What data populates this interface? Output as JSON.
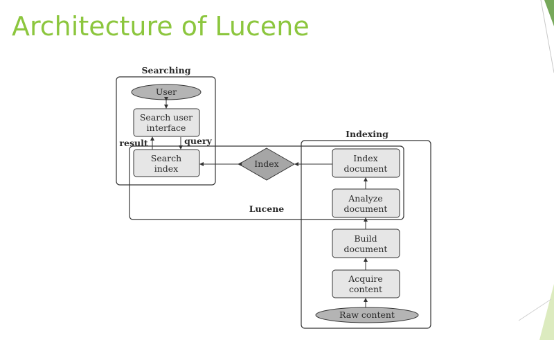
{
  "slide": {
    "title": "Architecture of Lucene",
    "accent_color": "#8cc63e"
  },
  "diagram": {
    "groups": {
      "searching": "Searching",
      "indexing": "Indexing",
      "lucene": "Lucene"
    },
    "nodes": {
      "user": "User",
      "search_ui_line1": "Search user",
      "search_ui_line2": "interface",
      "search_index_line1": "Search",
      "search_index_line2": "index",
      "index": "Index",
      "index_document_line1": "Index",
      "index_document_line2": "document",
      "analyze_document_line1": "Analyze",
      "analyze_document_line2": "document",
      "build_document_line1": "Build",
      "build_document_line2": "document",
      "acquire_content_line1": "Acquire",
      "acquire_content_line2": "content",
      "raw_content": "Raw content"
    },
    "edges": {
      "result": "result",
      "query": "query"
    },
    "colors": {
      "box_fill": "#e6e6e6",
      "ellipse_fill": "#b4b4b4",
      "diamond_fill": "#a6a6a6",
      "stroke": "#333333"
    }
  }
}
